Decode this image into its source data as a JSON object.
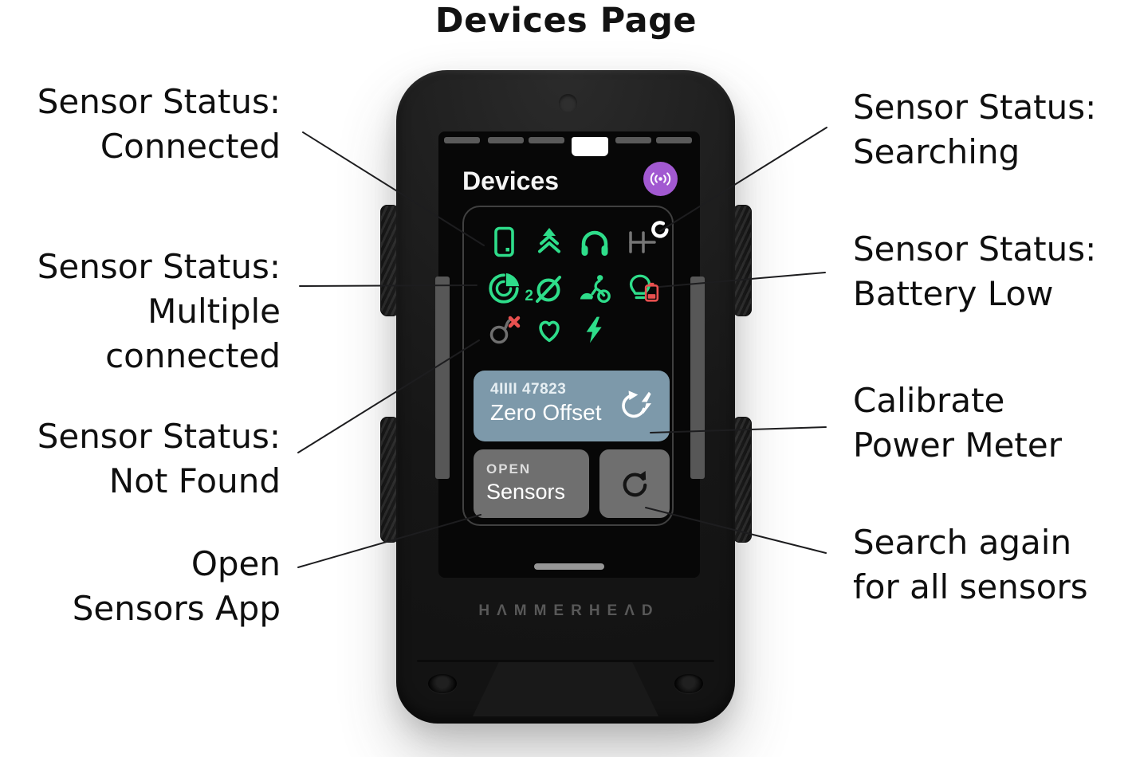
{
  "page": {
    "title": "Devices Page"
  },
  "annotations": {
    "left": [
      {
        "lines": [
          "Sensor Status:",
          "Connected"
        ]
      },
      {
        "lines": [
          "Sensor Status:",
          "Multiple",
          "connected"
        ]
      },
      {
        "lines": [
          "Sensor Status:",
          "Not Found"
        ]
      },
      {
        "lines": [
          "Open",
          "Sensors App"
        ]
      }
    ],
    "right": [
      {
        "lines": [
          "Sensor Status:",
          "Searching"
        ]
      },
      {
        "lines": [
          "Sensor Status:",
          "Battery Low"
        ]
      },
      {
        "lines": [
          "Calibrate",
          "Power Meter"
        ]
      },
      {
        "lines": [
          "Search again",
          "for all sensors"
        ]
      }
    ]
  },
  "device": {
    "brand_wordmark": "HΛMMERHEΛD",
    "screen": {
      "title": "Devices",
      "header_button": {
        "icon": "broadcast-icon",
        "color": "#a259d1"
      },
      "profile_tabs": {
        "count": 6,
        "active_index": 3
      },
      "sensors": [
        {
          "icon": "phone-icon",
          "status": "connected"
        },
        {
          "icon": "chevron-stack-icon",
          "status": "connected"
        },
        {
          "icon": "headphones-icon",
          "status": "connected"
        },
        {
          "icon": "shift-gate-icon",
          "status": "searching"
        },
        {
          "icon": "power-meter-icon",
          "status": "multiple-connected",
          "count": "2"
        },
        {
          "icon": "cadence-icon",
          "status": "connected"
        },
        {
          "icon": "radar-cyclist-icon",
          "status": "connected"
        },
        {
          "icon": "light-icon",
          "status": "battery-low"
        },
        {
          "icon": "sensor-probe-icon",
          "status": "not-found"
        },
        {
          "icon": "heart-rate-icon",
          "status": "connected"
        },
        {
          "icon": "lightning-icon",
          "status": "connected"
        }
      ],
      "status_colors": {
        "connected": "#2edd8a",
        "searching": "#767676",
        "not_found": "#6f6f6f",
        "alert": "#e8504f"
      },
      "calibrate_button": {
        "sensor_name": "4IIII 47823",
        "label": "Zero Offset",
        "bg_color": "#7d99aa"
      },
      "open_sensors_button": {
        "kicker": "OPEN",
        "label": "Sensors"
      },
      "refresh_button": {
        "icon": "refresh-icon"
      }
    }
  }
}
